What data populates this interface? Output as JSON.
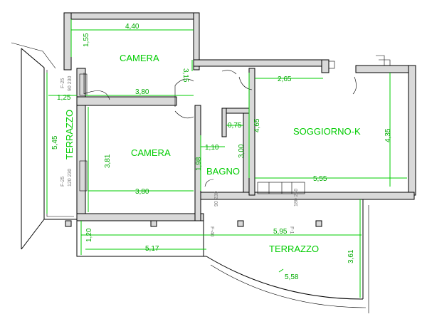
{
  "rooms": {
    "camera_top": "CAMERA",
    "camera_bottom": "CAMERA",
    "soggiorno": "SOGGIORNO-K",
    "bagno": "BAGNO",
    "terrazzo_left": "TERRAZZO",
    "terrazzo_bottom": "TERRAZZO"
  },
  "dimensions": {
    "d_440": "4,40",
    "d_155": "1,55",
    "d_315": "3,15",
    "d_380_top": "3,80",
    "d_125": "1,25",
    "d_265": "2,65",
    "d_075": "0,75",
    "d_465": "4,65",
    "d_435": "4,35",
    "d_545": "5,45",
    "d_381": "3,81",
    "d_110": "1,10",
    "d_300": "3,00",
    "d_198": "1,98",
    "d_380_bottom": "3,80",
    "d_555": "5,55",
    "d_595": "5,95",
    "d_120": "1,20",
    "d_517": "5,17",
    "d_361": "3,61",
    "d_558": "5,58"
  },
  "door_labels": {
    "f25_top_code": "F-25",
    "f25_top_size": "90 230",
    "f25_side_code": "F-25",
    "f25_side_size": "120 230",
    "f40_code": "F-40",
    "f40_size": "90 230",
    "f1_code": "F-1",
    "f1_size": "180 230"
  },
  "colors": {
    "dimension_green": "#00cc00",
    "wall_fill": "#d9d9d9"
  }
}
